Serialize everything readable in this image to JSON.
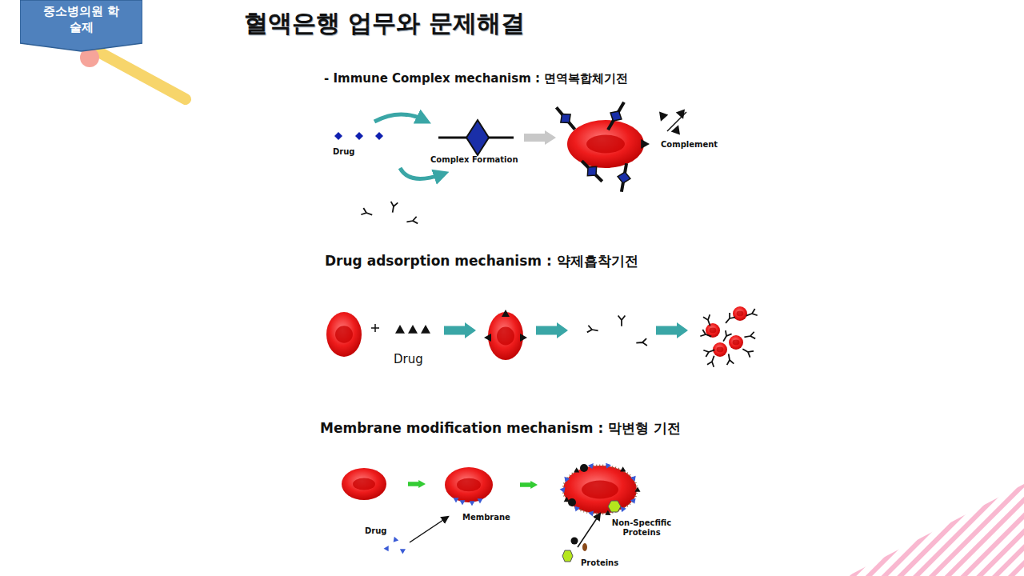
{
  "diagram": {
    "title": "혈액은행 업무와 문제해결",
    "nodes": [
      {
        "text": [
          "중소병의원 학술제"
        ]
      }
    ],
    "labels": [
      "- Immune Complex mechanism : 면역복합체기전",
      "Drug",
      "Complex Formation",
      "Complement",
      "Drug adsorption mechanism : 약제흡착기전",
      "Drug",
      "Membrane modification mechanism : 막변형 기전",
      "Drug",
      "Membrane",
      "Non-Specfific Proteins",
      "Proteins"
    ]
  }
}
